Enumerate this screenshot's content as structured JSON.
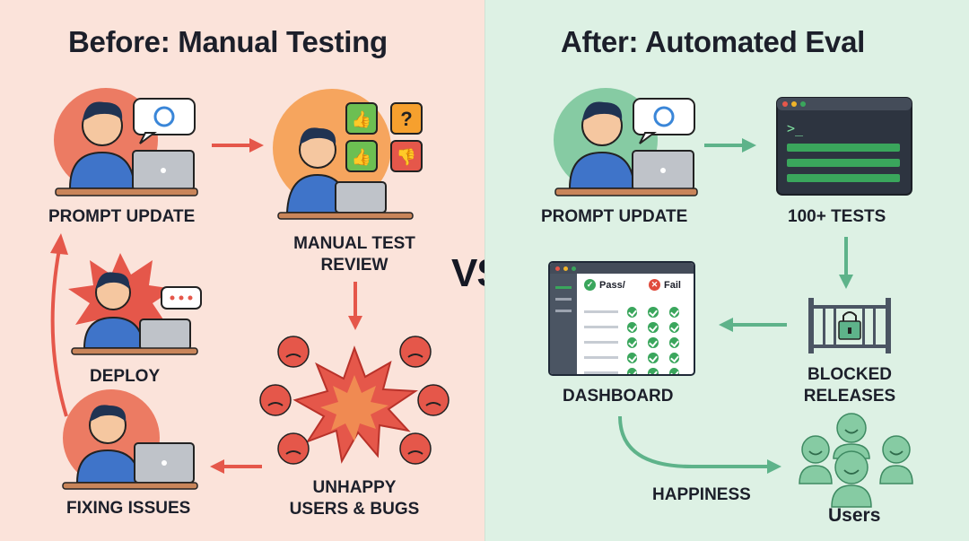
{
  "before": {
    "title": "Before: Manual Testing",
    "steps": {
      "prompt_update": "PROMPT UPDATE",
      "manual_review_line1": "MANUAL TEST",
      "manual_review_line2": "REVIEW",
      "unhappy_line1": "UNHAPPY",
      "unhappy_line2": "USERS & BUGS",
      "fixing": "FIXING ISSUES",
      "deploy": "DEPLOY"
    },
    "review_icons": [
      "thumbs-up-icon",
      "question-mark-icon",
      "thumbs-up-icon",
      "thumbs-down-icon"
    ],
    "question_mark": "?",
    "colors": {
      "arrow": "#e5574a",
      "blob": "#ec7b63",
      "review_blob": "#f6a55e",
      "shirt": "#3f74c9"
    }
  },
  "vs": "VS",
  "after": {
    "title": "After: Automated Eval",
    "steps": {
      "prompt_update": "PROMPT UPDATE",
      "tests": "100+ TESTS",
      "blocked_line1": "BLOCKED",
      "blocked_line2": "RELEASES",
      "dashboard": "DASHBOARD",
      "happiness": "HAPPINESS",
      "users": "Users"
    },
    "terminal_prompt": ">_",
    "dashboard": {
      "pass_label": "Pass/",
      "fail_label": "Fail"
    },
    "colors": {
      "arrow": "#5eb38a",
      "blob": "#86cba3",
      "check": "#3aa65c",
      "fail": "#e04b3c"
    }
  }
}
